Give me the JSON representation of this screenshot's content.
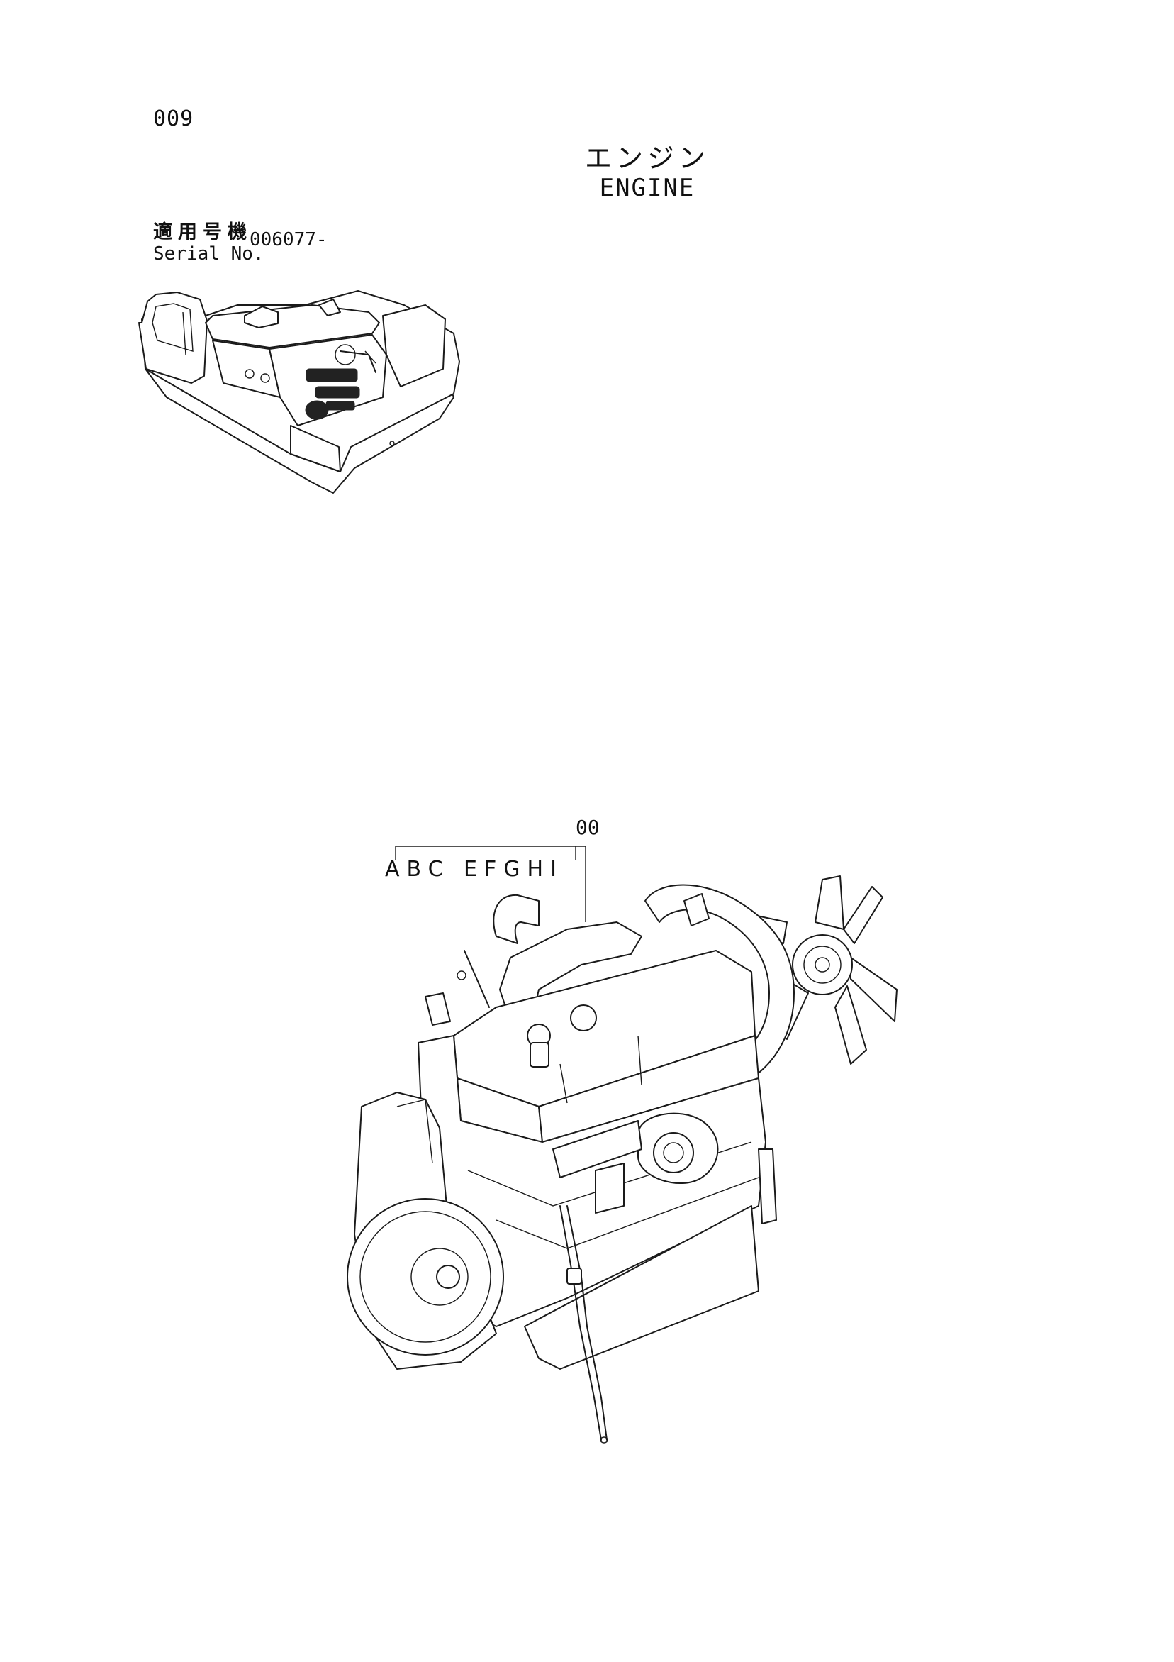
{
  "page": {
    "number": "009"
  },
  "title": {
    "japanese": "エンジン",
    "english": "ENGINE"
  },
  "serial": {
    "label_japanese": "適用号機",
    "label_english": "Serial No.",
    "value": "006077-"
  },
  "callouts": {
    "assembly_number": "00",
    "variant_letters": "ABC EFGHI"
  },
  "icons": {
    "machine_locator": "excavator-location-icon",
    "engine_assembly": "engine-assembly-drawing"
  }
}
